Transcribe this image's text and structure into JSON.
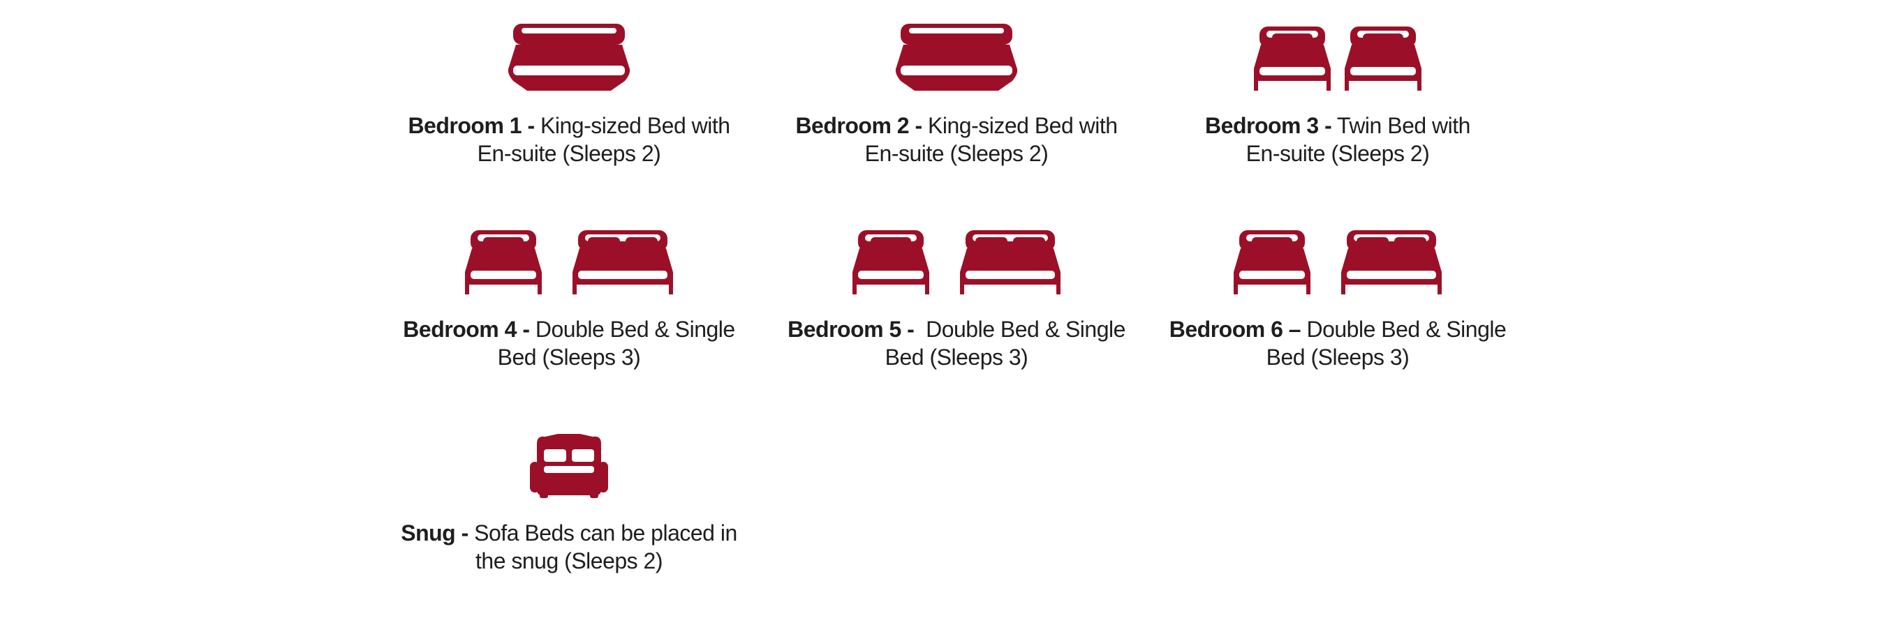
{
  "theme": {
    "icon_color": "#9b1028",
    "text_color": "#1e1e1e",
    "background": "#ffffff"
  },
  "rooms": [
    {
      "name": "Bedroom 1 -",
      "line1": " King-sized Bed  with",
      "line2": "En-suite (Sleeps 2)",
      "icons": [
        "king-bed-icon"
      ]
    },
    {
      "name": "Bedroom 2 -",
      "line1": " King-sized Bed  with",
      "line2": "En-suite (Sleeps 2)",
      "icons": [
        "king-bed-icon"
      ]
    },
    {
      "name": "Bedroom 3 -",
      "line1": " Twin Bed with",
      "line2": "En-suite (Sleeps 2)",
      "icons": [
        "single-bed-icon",
        "single-bed-icon"
      ]
    },
    {
      "name": "Bedroom 4 -",
      "line1": " Double Bed & Single",
      "line2": "Bed (Sleeps 3)",
      "icons": [
        "single-bed-icon",
        "double-bed-icon"
      ]
    },
    {
      "name": "Bedroom 5 -",
      "line1": "  Double Bed & Single",
      "line2": "Bed (Sleeps 3)",
      "icons": [
        "single-bed-icon",
        "double-bed-icon"
      ]
    },
    {
      "name": "Bedroom 6 –",
      "line1": " Double Bed & Single",
      "line2": "Bed (Sleeps 3)",
      "icons": [
        "single-bed-icon",
        "double-bed-icon"
      ]
    },
    {
      "name": "Snug -",
      "line1": " Sofa Beds can be placed in",
      "line2": "the snug (Sleeps 2)",
      "icons": [
        "sofa-bed-icon"
      ]
    }
  ]
}
